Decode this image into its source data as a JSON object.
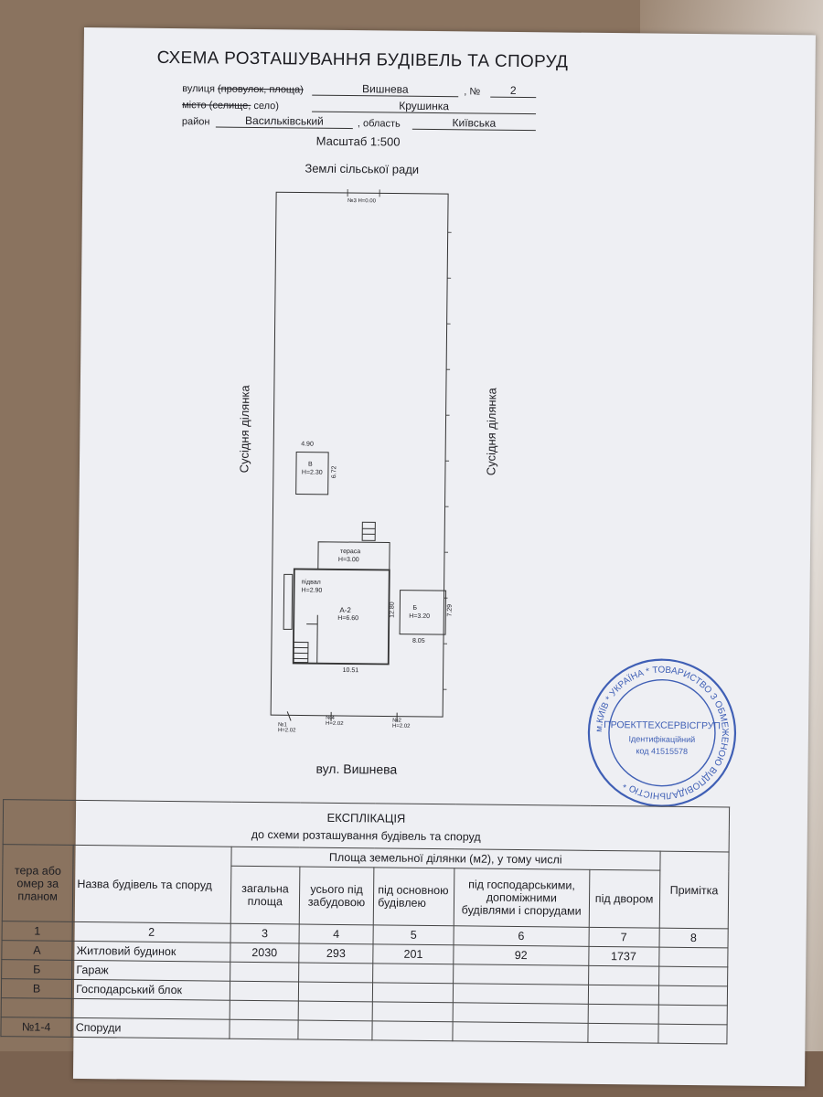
{
  "document": {
    "title": "СХЕМА РОЗТАШУВАННЯ БУДІВЕЛЬ ТА СПОРУД",
    "street_label_plain": "вулиця",
    "street_label_struck": "(провулок, площа)",
    "street_value": "Вишнева",
    "number_label": ", №",
    "number_value": "2",
    "city_label_struck": "місто (селище,",
    "city_label_plain": "село)",
    "city_value": "Крушинка",
    "district_label": "район",
    "district_value": "Васильківський",
    "region_label": ", область",
    "region_value": "Київська",
    "scale": "Масштаб 1:500"
  },
  "plan": {
    "top_label": "Землі сільської ради",
    "left_label": "Сусідня ділянка",
    "right_label": "Сусідня ділянка",
    "bottom_label": "вул. Вишнева",
    "sign3": "№3",
    "sign3_h": "H=0.00",
    "dim_b_w": "4.90",
    "dim_b_h": "6.72",
    "b_letter": "В",
    "b_h": "H=2.30",
    "terrace": "тераса",
    "terrace_h": "H=3.00",
    "basement": "підвал",
    "basement_h": "H=2.90",
    "house": "А-2",
    "house_h": "H=6.60",
    "dim_house_h": "12.80",
    "dim_house_w": "10.51",
    "garage": "Б",
    "garage_h": "H=3.20",
    "dim_garage_w": "8.05",
    "dim_garage_h": "7.29",
    "sign1": "№1",
    "sign1_h": "H=2.02",
    "sign4": "№4",
    "sign4_h": "H=2.02",
    "sign2": "№2",
    "sign2_h": "H=2.02"
  },
  "stamp": {
    "ring_text": "м.КИЇВ * УКРАЇНА * ТОВАРИСТВО З ОБМЕЖЕНОЮ ВІДПОВІДАЛЬНІСТЮ *",
    "center_name": "ПРОЕКТТЕХСЕРВІСГРУП",
    "center_line1": "Ідентифікаційний",
    "center_line2": "код 41515578",
    "color": "#3f5fb5"
  },
  "explication": {
    "title": "ЕКСПЛІКАЦІЯ",
    "subtitle": "до схеми розташування будівель та споруд",
    "area_header": "Площа земельної ділянки (м2), у тому числі",
    "col1": "тера або омер за планом",
    "col2": "Назва будівель та споруд",
    "col3": "загальна площа",
    "col4": "усього під забудовою",
    "col5": "під основною будівлею",
    "col6": "під господарськими, допоміжними будівлями і спорудами",
    "col7": "під двором",
    "col8": "Примітка",
    "nums": [
      "1",
      "2",
      "3",
      "4",
      "5",
      "6",
      "7",
      "8"
    ],
    "rows": [
      {
        "id": "А",
        "name": "Житловий будинок",
        "total": "2030",
        "built": "293",
        "main": "201",
        "aux": "92",
        "yard": "1737",
        "note": ""
      },
      {
        "id": "Б",
        "name": "Гараж",
        "total": "",
        "built": "",
        "main": "",
        "aux": "",
        "yard": "",
        "note": ""
      },
      {
        "id": "В",
        "name": "Господарський блок",
        "total": "",
        "built": "",
        "main": "",
        "aux": "",
        "yard": "",
        "note": ""
      },
      {
        "id": "",
        "name": "",
        "total": "",
        "built": "",
        "main": "",
        "aux": "",
        "yard": "",
        "note": ""
      },
      {
        "id": "№1-4",
        "name": "Споруди",
        "total": "",
        "built": "",
        "main": "",
        "aux": "",
        "yard": "",
        "note": ""
      }
    ]
  }
}
